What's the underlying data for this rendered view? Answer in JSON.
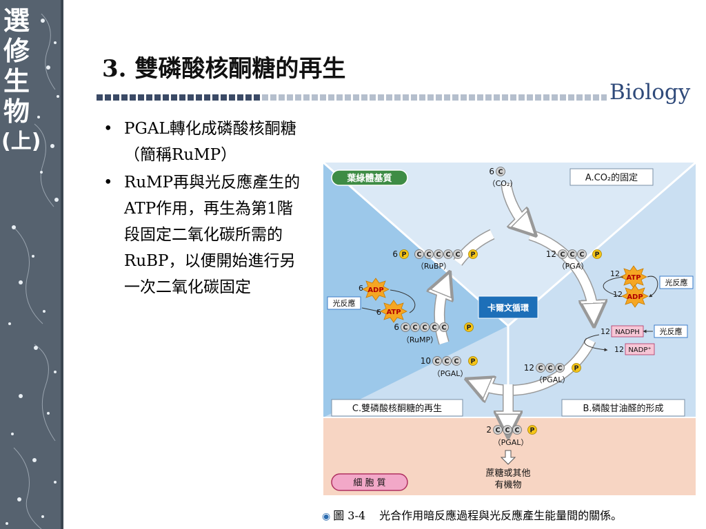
{
  "sidebar": {
    "title_chars": [
      "選",
      "修",
      "生",
      "物",
      "(上)"
    ]
  },
  "header": {
    "title": "3.  雙磷酸核酮糖的再生",
    "brand": "Biology"
  },
  "bullets": [
    "PGAL轉化成磷酸核酮糖（簡稱RuMP）",
    "RuMP再與光反應產生的ATP作用，再生為第1階段固定二氧化碳所需的RuBP，以便開始進行另一次二氧化碳固定"
  ],
  "diagram": {
    "region_labels": {
      "stroma": "葉綠體基質",
      "cytoplasm": "細 胞 質",
      "cycle": "卡爾文循環",
      "stage_a": "A.CO₂的固定",
      "stage_b": "B.磷酸甘油醛的形成",
      "stage_c": "C.雙磷酸核酮糖的再生"
    },
    "molecules": {
      "co2_count": "6",
      "co2_name": "（CO₂）",
      "rubp_count": "6",
      "rubp_name": "（RuBP）",
      "pga_count": "12",
      "pga_name": "（PGA）",
      "pgal12_count": "12",
      "pgal12_name": "（PGAL）",
      "pgal10_count": "10",
      "pgal10_name": "（PGAL）",
      "rump_count": "6",
      "rump_name": "（RuMP）",
      "pgal2_count": "2",
      "pgal2_name": "（PGAL）"
    },
    "carbon_letter": "C",
    "phosphate_letter": "P",
    "energy": {
      "atp_label": "ATP",
      "adp_label": "ADP",
      "nadph_label": "NADPH",
      "nadp_label": "NADP⁺",
      "light_reaction": "光反應",
      "c_adp_count": "6",
      "c_atp_count": "6",
      "a_atp_count": "12",
      "a_adp_count": "12",
      "b_nadph_count": "12",
      "b_nadp_count": "12"
    },
    "products": [
      "蔗糖或其他",
      "有機物"
    ]
  },
  "caption": {
    "figure": "圖 3-4",
    "text": "光合作用暗反應過程與光反應產生能量間的關係。"
  },
  "colors": {
    "sidebar": "#56626f",
    "stroma_left": "#9cc8ea",
    "stroma_right": "#cadff2",
    "cytoplasm": "#f7d5c3",
    "green_badge": "#3e8c45",
    "cycle_box": "#1d6fb8",
    "phosphate": "#f5c518",
    "atp_star": "#f5a623",
    "nadph_box": "#f6c6d6",
    "product_badge": "#f2a8c8"
  }
}
